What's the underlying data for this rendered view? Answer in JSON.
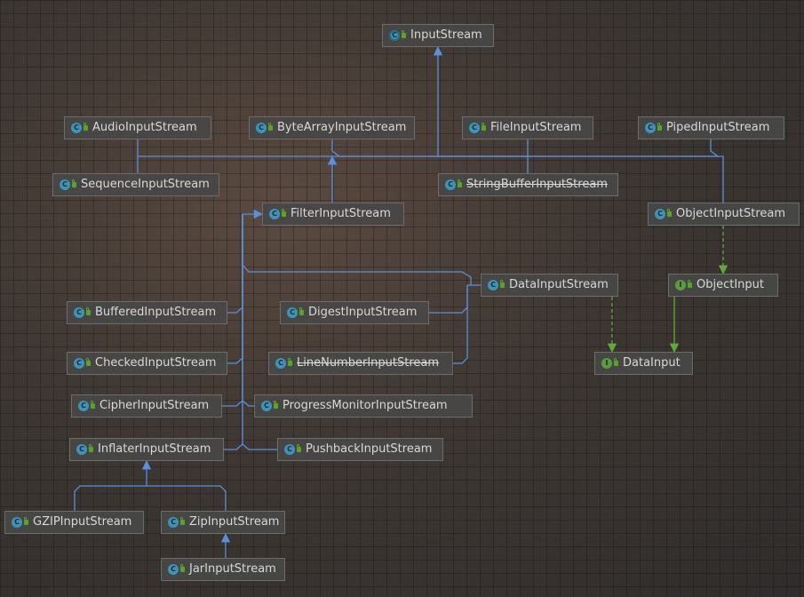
{
  "diagram": {
    "nodes": [
      {
        "id": "inputstream",
        "label": "InputStream",
        "kind": "abstract",
        "deprecated": false
      },
      {
        "id": "audio",
        "label": "AudioInputStream",
        "kind": "class",
        "deprecated": false
      },
      {
        "id": "bytearray",
        "label": "ByteArrayInputStream",
        "kind": "class",
        "deprecated": false
      },
      {
        "id": "file",
        "label": "FileInputStream",
        "kind": "class",
        "deprecated": false
      },
      {
        "id": "piped",
        "label": "PipedInputStream",
        "kind": "class",
        "deprecated": false
      },
      {
        "id": "sequence",
        "label": "SequenceInputStream",
        "kind": "class",
        "deprecated": false
      },
      {
        "id": "stringbuffer",
        "label": "StringBufferInputStream",
        "kind": "class",
        "deprecated": true
      },
      {
        "id": "filter",
        "label": "FilterInputStream",
        "kind": "class",
        "deprecated": false
      },
      {
        "id": "object",
        "label": "ObjectInputStream",
        "kind": "class",
        "deprecated": false
      },
      {
        "id": "datain",
        "label": "DataInputStream",
        "kind": "class",
        "deprecated": false
      },
      {
        "id": "objectinput",
        "label": "ObjectInput",
        "kind": "iface",
        "deprecated": false
      },
      {
        "id": "buffered",
        "label": "BufferedInputStream",
        "kind": "class",
        "deprecated": false
      },
      {
        "id": "digest",
        "label": "DigestInputStream",
        "kind": "class",
        "deprecated": false
      },
      {
        "id": "checked",
        "label": "CheckedInputStream",
        "kind": "class",
        "deprecated": false
      },
      {
        "id": "linenumber",
        "label": "LineNumberInputStream",
        "kind": "class",
        "deprecated": true
      },
      {
        "id": "datainput",
        "label": "DataInput",
        "kind": "iface",
        "deprecated": false
      },
      {
        "id": "cipher",
        "label": "CipherInputStream",
        "kind": "class",
        "deprecated": false
      },
      {
        "id": "progress",
        "label": "ProgressMonitorInputStream",
        "kind": "class",
        "deprecated": false
      },
      {
        "id": "inflater",
        "label": "InflaterInputStream",
        "kind": "class",
        "deprecated": false
      },
      {
        "id": "pushback",
        "label": "PushbackInputStream",
        "kind": "class",
        "deprecated": false
      },
      {
        "id": "gzip",
        "label": "GZIPInputStream",
        "kind": "class",
        "deprecated": false
      },
      {
        "id": "zip",
        "label": "ZipInputStream",
        "kind": "class",
        "deprecated": false
      },
      {
        "id": "jar",
        "label": "JarInputStream",
        "kind": "class",
        "deprecated": false
      }
    ],
    "edges": [
      {
        "from": "audio",
        "to": "inputstream",
        "type": "extends"
      },
      {
        "from": "bytearray",
        "to": "inputstream",
        "type": "extends"
      },
      {
        "from": "file",
        "to": "inputstream",
        "type": "extends"
      },
      {
        "from": "piped",
        "to": "inputstream",
        "type": "extends"
      },
      {
        "from": "sequence",
        "to": "inputstream",
        "type": "extends"
      },
      {
        "from": "stringbuffer",
        "to": "inputstream",
        "type": "extends"
      },
      {
        "from": "filter",
        "to": "inputstream",
        "type": "extends"
      },
      {
        "from": "object",
        "to": "inputstream",
        "type": "extends"
      },
      {
        "from": "object",
        "to": "objectinput",
        "type": "implements"
      },
      {
        "from": "objectinput",
        "to": "datainput",
        "type": "extends"
      },
      {
        "from": "datain",
        "to": "datainput",
        "type": "implements"
      },
      {
        "from": "datain",
        "to": "filter",
        "type": "extends"
      },
      {
        "from": "digest",
        "to": "filter",
        "type": "extends"
      },
      {
        "from": "linenumber",
        "to": "filter",
        "type": "extends"
      },
      {
        "from": "buffered",
        "to": "filter",
        "type": "extends"
      },
      {
        "from": "checked",
        "to": "filter",
        "type": "extends"
      },
      {
        "from": "cipher",
        "to": "filter",
        "type": "extends"
      },
      {
        "from": "progress",
        "to": "filter",
        "type": "extends"
      },
      {
        "from": "inflater",
        "to": "filter",
        "type": "extends"
      },
      {
        "from": "pushback",
        "to": "filter",
        "type": "extends"
      },
      {
        "from": "gzip",
        "to": "inflater",
        "type": "extends"
      },
      {
        "from": "zip",
        "to": "inflater",
        "type": "extends"
      },
      {
        "from": "jar",
        "to": "zip",
        "type": "extends"
      }
    ]
  },
  "colors": {
    "extends_edge": "#5b8fd8",
    "implements_edge": "#62a83a",
    "class_icon": "#3f93b8",
    "interface_icon": "#5e9a42"
  }
}
